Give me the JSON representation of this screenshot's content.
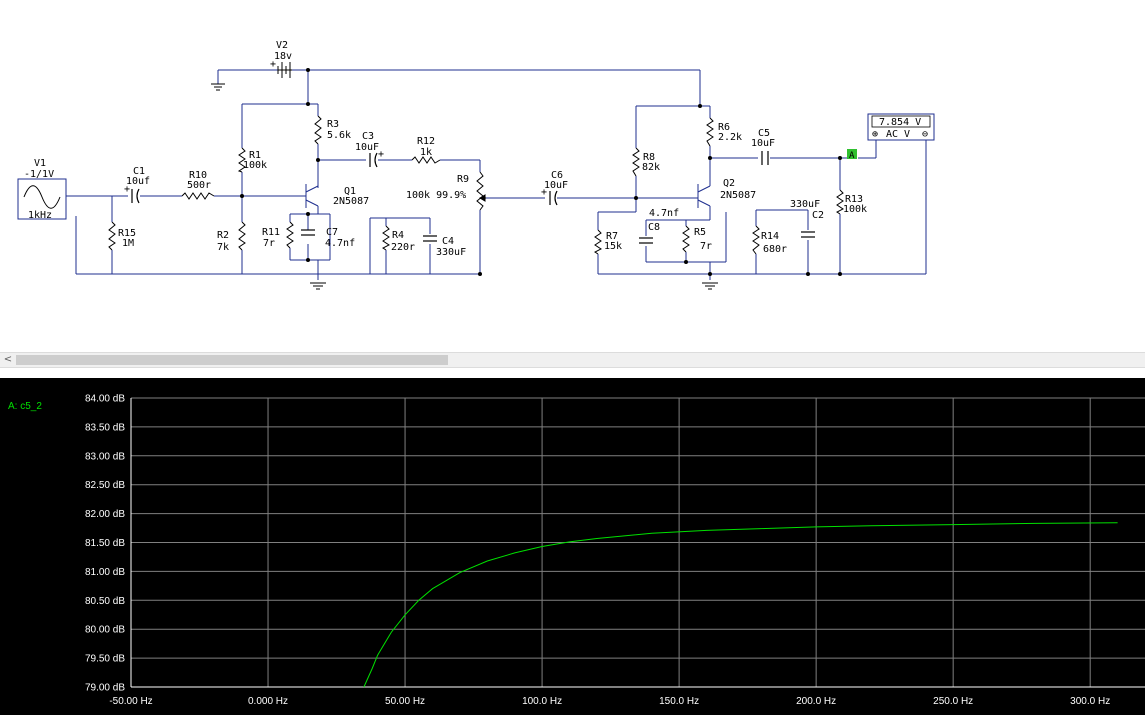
{
  "schematic": {
    "v1": {
      "name": "V1",
      "value": "-1/1V",
      "freq": "1kHz"
    },
    "v2": {
      "name": "V2",
      "value": "18v"
    },
    "c1": {
      "name": "C1",
      "value": "10uf"
    },
    "r10": {
      "name": "R10",
      "value": "500r"
    },
    "r15": {
      "name": "R15",
      "value": "1M"
    },
    "r1": {
      "name": "R1",
      "value": "100k"
    },
    "r2": {
      "name": "R2",
      "value": "7k"
    },
    "r3": {
      "name": "R3",
      "value": "5.6k"
    },
    "c3": {
      "name": "C3",
      "value": "10uF"
    },
    "r12": {
      "name": "R12",
      "value": "1k"
    },
    "q1": {
      "name": "Q1",
      "value": "2N5087"
    },
    "r11": {
      "name": "R11",
      "value": "7r"
    },
    "c7": {
      "name": "C7",
      "value": "4.7nf"
    },
    "r4": {
      "name": "R4",
      "value": "220r"
    },
    "c4": {
      "name": "C4",
      "value": "330uF"
    },
    "r9": {
      "name": "R9",
      "value": "100k 99.9%"
    },
    "c6": {
      "name": "C6",
      "value": "10uF"
    },
    "r8": {
      "name": "R8",
      "value": "82k"
    },
    "r7": {
      "name": "R7",
      "value": "15k"
    },
    "c8": {
      "name": "C8",
      "value": "4.7nf"
    },
    "r5": {
      "name": "R5",
      "value": "7r"
    },
    "r6": {
      "name": "R6",
      "value": "2.2k"
    },
    "c5": {
      "name": "C5",
      "value": "10uF"
    },
    "q2": {
      "name": "Q2",
      "value": "2N5087"
    },
    "r14": {
      "name": "R14",
      "value": "680r"
    },
    "c2": {
      "name": "C2",
      "value": "330uF"
    },
    "r13": {
      "name": "R13",
      "value": "100k"
    },
    "probe": {
      "label": "A"
    },
    "meter": {
      "reading": "7.854 V",
      "mode": "AC V",
      "plus": "⊕",
      "minus": "⊖"
    }
  },
  "scrollbar": {
    "left_arrow": "<"
  },
  "chart_data": {
    "type": "line",
    "series": [
      {
        "name": "A: c5_2",
        "color": "#00e000",
        "x": [
          35,
          38,
          40,
          45,
          50,
          55,
          60,
          70,
          80,
          90,
          100,
          110,
          120,
          140,
          160,
          180,
          200,
          220,
          250,
          280,
          310
        ],
        "y": [
          79.0,
          79.32,
          79.55,
          79.95,
          80.25,
          80.5,
          80.7,
          80.98,
          81.18,
          81.32,
          81.43,
          81.51,
          81.57,
          81.66,
          81.71,
          81.74,
          81.77,
          81.79,
          81.81,
          81.83,
          81.84
        ]
      }
    ],
    "x_ticks": [
      "-50.00 Hz",
      "0.000 Hz",
      "50.00 Hz",
      "100.0 Hz",
      "150.0 Hz",
      "200.0 Hz",
      "250.0 Hz",
      "300.0 Hz"
    ],
    "y_ticks": [
      "84.00 dB",
      "83.50 dB",
      "83.00 dB",
      "82.50 dB",
      "82.00 dB",
      "81.50 dB",
      "81.00 dB",
      "80.50 dB",
      "80.00 dB",
      "79.50 dB",
      "79.00 dB"
    ],
    "xlim": [
      -50,
      320
    ],
    "ylim": [
      79.0,
      84.0
    ],
    "grid": true,
    "legend_placement": "top-left",
    "background": "#000000",
    "grid_color": "#808080"
  }
}
